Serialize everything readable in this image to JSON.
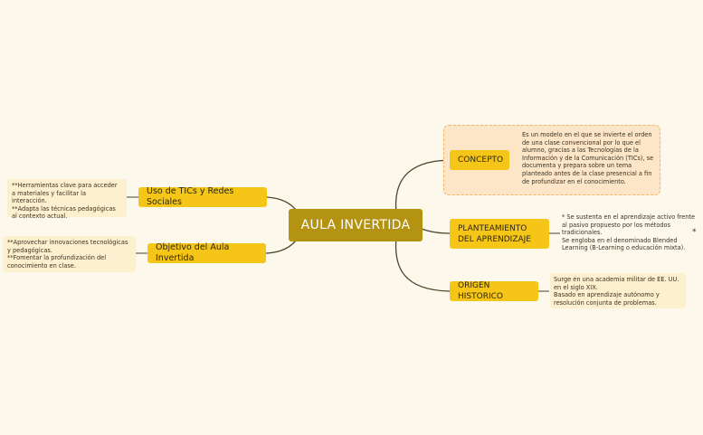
{
  "central": {
    "label": "AULA INVERTIDA"
  },
  "right_topics": [
    {
      "label": "CONCEPTO",
      "note": "Es un modelo en el que se invierte el orden de una clase convencional por lo que el alumno, gracias a las Tecnologías de la Información y de la Comunicación (TICs), se documenta y prepara sobre un tema planteado antes de la clase presencial a fin de profundizar en el conocimiento."
    },
    {
      "label": "PLANTEAMIENTO DEL APRENDIZAJE",
      "note": "* Se sustenta en el aprendizaje activo frente al pasivo propuesto por los métodos tradicionales.\nSe engloba en el denominado Blended Learning (B-Learning o educación mixta).",
      "marker": "*"
    },
    {
      "label": "ORIGEN HISTORICO",
      "note": "Surge en una academia militar de EE. UU. en el siglo XIX.\nBasado en aprendizaje autónomo y resolución conjunta de problemas."
    }
  ],
  "left_topics": [
    {
      "label": "Uso de TICs y Redes Sociales",
      "note": "**Herramientas clave para acceder a materiales y facilitar la interacción.\n**Adapta las técnicas pedagógicas al contexto actual."
    },
    {
      "label": "Objetivo del Aula Invertida",
      "note": "**Aprovechar innovaciones tecnológicas y pedagógicas.\n**Fomentar la profundización del conocimiento en clase."
    }
  ],
  "colors": {
    "background": "#fdf8ec",
    "central": "#b59312",
    "topic": "#f5c518",
    "link": "#4a4226",
    "note_bg": "#fdf0cf"
  }
}
